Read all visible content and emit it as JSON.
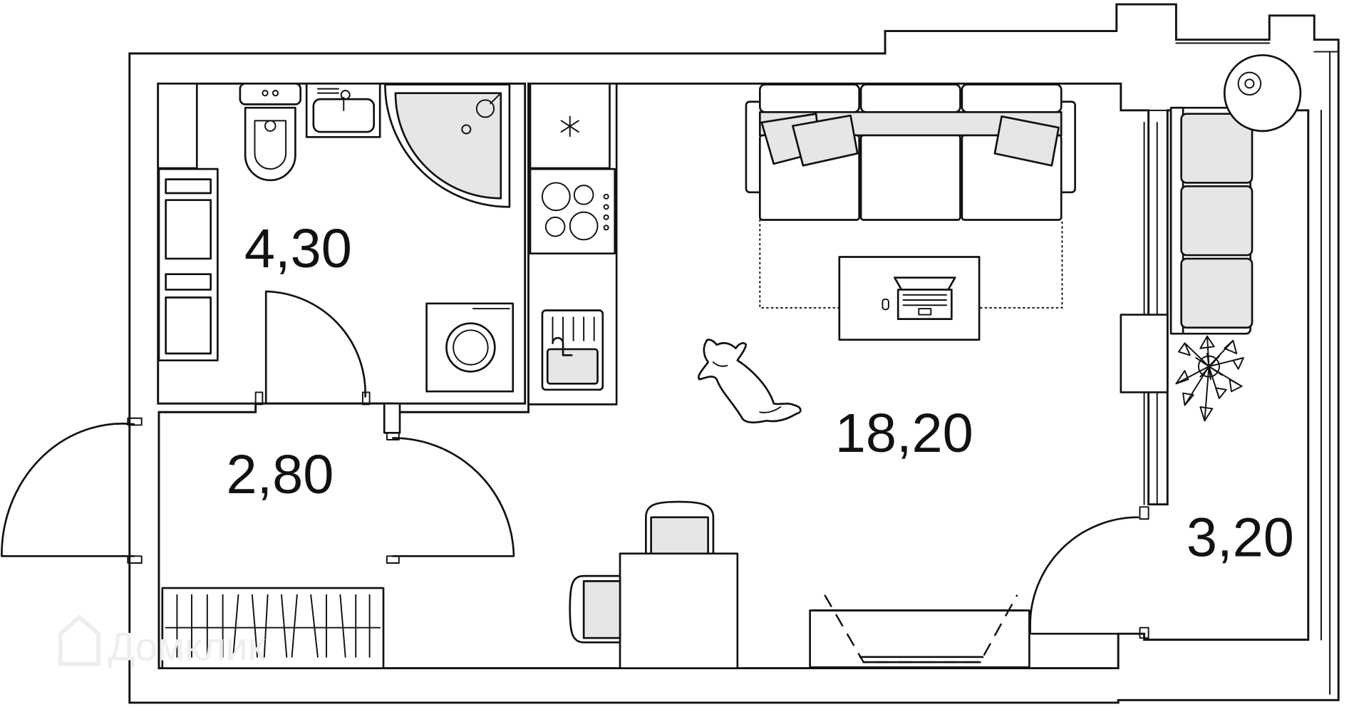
{
  "rooms": {
    "bathroom_area": "4,30",
    "hallway_area": "2,80",
    "living_area": "18,20",
    "balcony_area": "3,20"
  },
  "watermark": {
    "text": "Домклик",
    "icon": "house-logo-icon",
    "color": "#eeeeee"
  },
  "icons": {
    "toilet": "toilet-icon",
    "sink": "sink-icon",
    "shower": "shower-icon",
    "washer": "washing-machine-icon",
    "fridge": "fridge-icon",
    "stove": "stove-icon",
    "kitchen_sink": "kitchen-sink-icon",
    "sofa": "sofa-icon",
    "laptop": "laptop-icon",
    "dog": "dog-icon",
    "plant": "plant-icon",
    "chair": "chair-icon",
    "tv": "tv-icon"
  },
  "colors": {
    "line": "#111111",
    "furniture_fill": "#e6e6e6",
    "background": "#ffffff"
  }
}
